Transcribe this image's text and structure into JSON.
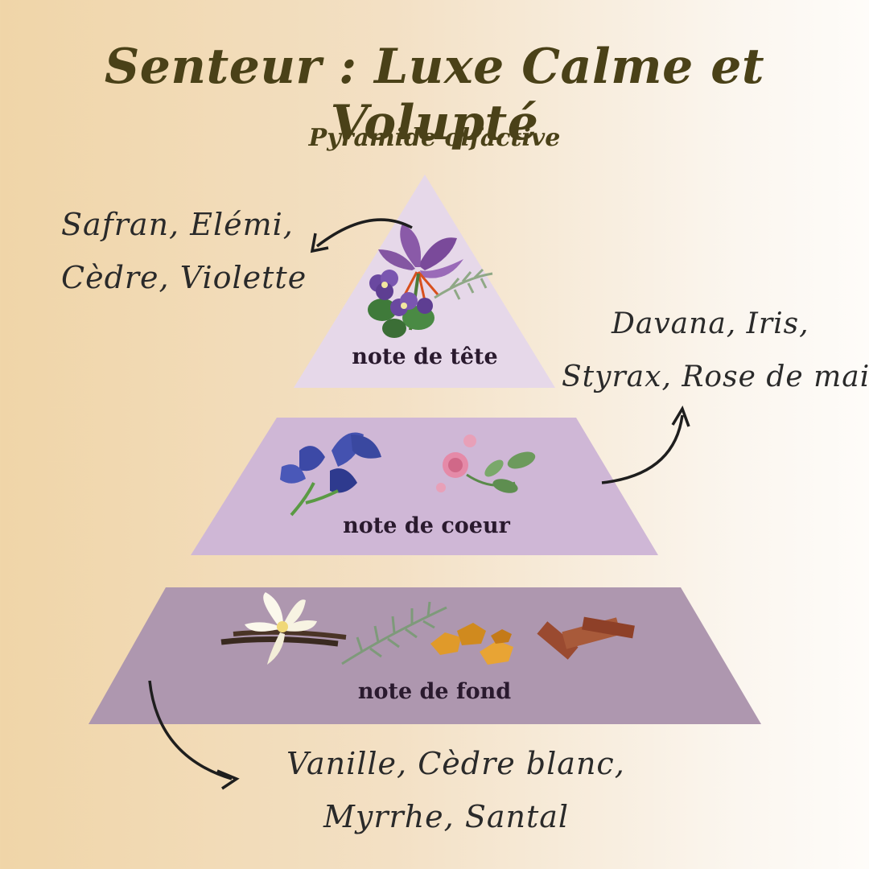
{
  "title": "Senteur : Luxe Calme et Volupté",
  "subtitle": "Pyramide olfactive",
  "tiers": [
    {
      "label": "note de tête",
      "notes_line1": "Safran, Elémi,",
      "notes_line2": "Cèdre, Violette",
      "color": "#e6d8e9"
    },
    {
      "label": "note de coeur",
      "notes_line1": "Davana, Iris,",
      "notes_line2": "Styrax, Rose de mai",
      "color": "#cfb7d6"
    },
    {
      "label": "note de fond",
      "notes_line1": "Vanille, Cèdre blanc,",
      "notes_line2": "Myrrhe, Santal",
      "color": "#ae97af"
    }
  ],
  "colors": {
    "title": "#4a4118",
    "script_text": "#2a2a2a"
  },
  "icons": [
    "saffron-icon",
    "violet-icon",
    "elemi-leaf-icon",
    "iris-icon",
    "rose-icon",
    "vanilla-icon",
    "cedar-branch-icon",
    "myrrh-resin-icon",
    "sandalwood-icon"
  ]
}
